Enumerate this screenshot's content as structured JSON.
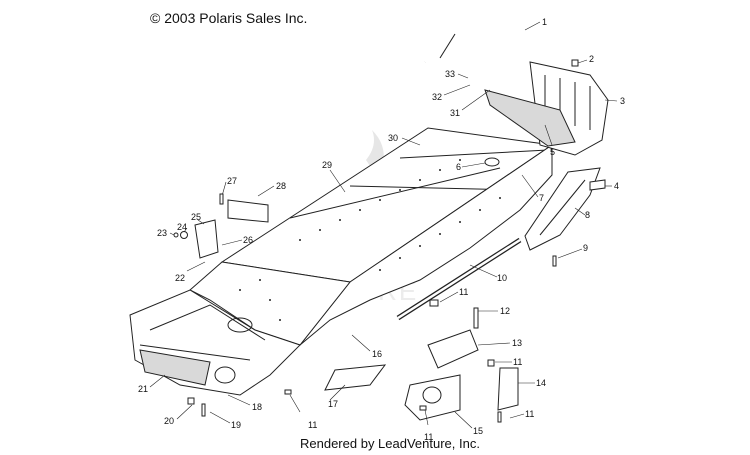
{
  "header": {
    "copyright": "© 2003 Polaris Sales Inc."
  },
  "footer": {
    "rendered_by": "Rendered by LeadVenture, Inc."
  },
  "watermark": {
    "text": "VENTURE"
  },
  "callouts": [
    {
      "id": "c1",
      "label": "1"
    },
    {
      "id": "c2",
      "label": "2"
    },
    {
      "id": "c3",
      "label": "3"
    },
    {
      "id": "c4",
      "label": "4"
    },
    {
      "id": "c5",
      "label": "5"
    },
    {
      "id": "c6",
      "label": "6"
    },
    {
      "id": "c7",
      "label": "7"
    },
    {
      "id": "c8",
      "label": "8"
    },
    {
      "id": "c9",
      "label": "9"
    },
    {
      "id": "c10",
      "label": "10"
    },
    {
      "id": "c11a",
      "label": "11"
    },
    {
      "id": "c11b",
      "label": "11"
    },
    {
      "id": "c11c",
      "label": "11"
    },
    {
      "id": "c11d",
      "label": "11"
    },
    {
      "id": "c11e",
      "label": "11"
    },
    {
      "id": "c12",
      "label": "12"
    },
    {
      "id": "c13",
      "label": "13"
    },
    {
      "id": "c14",
      "label": "14"
    },
    {
      "id": "c15",
      "label": "15"
    },
    {
      "id": "c16",
      "label": "16"
    },
    {
      "id": "c17",
      "label": "17"
    },
    {
      "id": "c18",
      "label": "18"
    },
    {
      "id": "c19",
      "label": "19"
    },
    {
      "id": "c20",
      "label": "20"
    },
    {
      "id": "c21",
      "label": "21"
    },
    {
      "id": "c22",
      "label": "22"
    },
    {
      "id": "c23",
      "label": "23"
    },
    {
      "id": "c24",
      "label": "24"
    },
    {
      "id": "c25",
      "label": "25"
    },
    {
      "id": "c26",
      "label": "26"
    },
    {
      "id": "c27",
      "label": "27"
    },
    {
      "id": "c28",
      "label": "28"
    },
    {
      "id": "c29",
      "label": "29"
    },
    {
      "id": "c30",
      "label": "30"
    },
    {
      "id": "c31",
      "label": "31"
    },
    {
      "id": "c32",
      "label": "32"
    },
    {
      "id": "c33",
      "label": "33"
    }
  ]
}
